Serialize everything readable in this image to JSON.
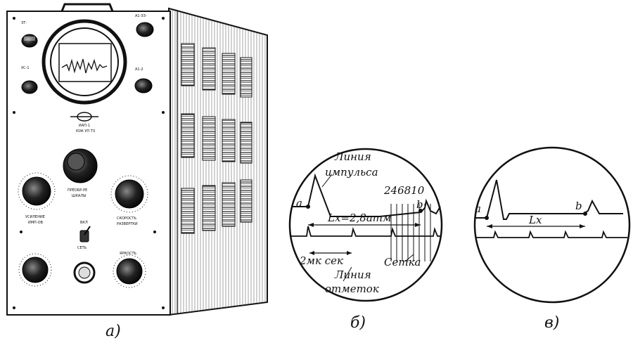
{
  "figure_a": {
    "caption": "а)",
    "panel_labels": {
      "top_left_1": "ЗТ-",
      "top_left_2": "УС-1",
      "top_right_1": "А1-ЗЗ-",
      "top_right_2": "А1-2",
      "logo_line1": "ИАП-1",
      "logo_line2": "ЮЖ УП ТЗ",
      "big_knob": "ПРЕОБР-РЕ",
      "big_knob_2": "ШКАЛЫ",
      "left_knob": "УСИЛЕНИЕ",
      "left_knob_2": "ИМП-ОВ",
      "right_knob": "СКОРОСТЬ",
      "right_knob_2": "РАЗВЕРТКИ",
      "toggle_top": "ВКЛ",
      "toggle_bottom": "СЕТЬ",
      "bottom_right": "ЯРКОСТЬ"
    }
  },
  "figure_b": {
    "caption": "б)",
    "impulse_line_label_1": "Линия",
    "impulse_line_label_2": "импульса",
    "grid_numbers": "246810",
    "point_a": "a",
    "point_b": "b",
    "distance_label": "Lx=2,8атм",
    "time_label": "2мк сек",
    "grid_label": "Сетка",
    "markers_label_1": "Линия",
    "markers_label_2": "отметок"
  },
  "figure_c": {
    "caption": "в)",
    "point_a": "a",
    "point_b": "b",
    "distance_label": "Lx"
  }
}
